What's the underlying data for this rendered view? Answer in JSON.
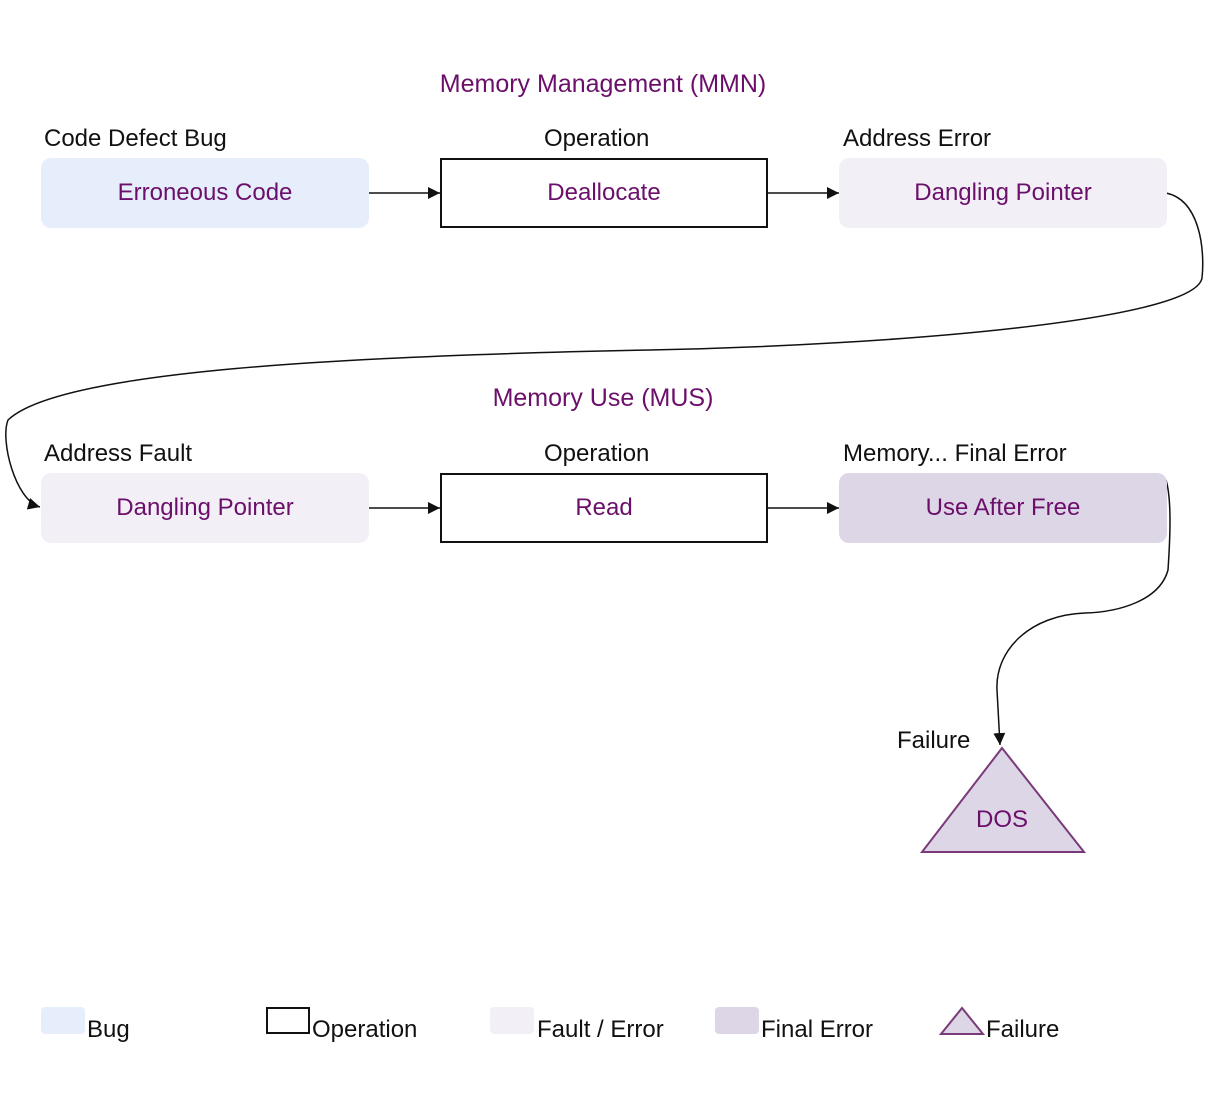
{
  "mmn": {
    "title": "Memory Management (MMN)",
    "bug_label": "Code Defect Bug",
    "bug_box": "Erroneous  Code",
    "op_label": "Operation",
    "op_box": "Deallocate",
    "error_label": "Address Error",
    "error_box": "Dangling Pointer"
  },
  "mus": {
    "title": "Memory Use (MUS)",
    "fault_label": "Address Fault",
    "fault_box": "Dangling Pointer",
    "op_label": "Operation",
    "op_box": "Read",
    "final_label": "Memory... Final Error",
    "final_box": "Use After Free"
  },
  "failure": {
    "label": "Failure",
    "text": "DOS"
  },
  "legend": {
    "bug": "Bug",
    "operation": "Operation",
    "fault_error": "Fault / Error",
    "final_error": "Final Error",
    "failure": "Failure"
  },
  "colors": {
    "accent_text": "#6b0f6b",
    "bug_fill": "#e6edfb",
    "fault_fill": "#f2eff6",
    "final_fill": "#ddd6e6",
    "failure_stroke": "#7a3a7a"
  }
}
